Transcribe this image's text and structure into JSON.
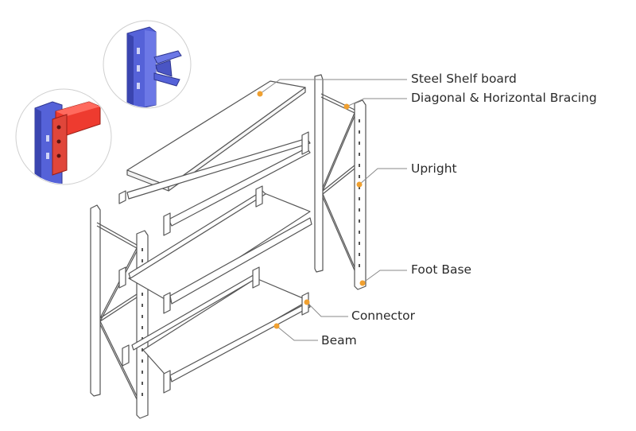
{
  "labels": {
    "steel_shelf_board": "Steel Shelf board",
    "bracing": "Diagonal & Horizontal Bracing",
    "upright": "Upright",
    "foot_base": "Foot Base",
    "connector": "Connector",
    "beam": "Beam"
  },
  "colors": {
    "line": "#555555",
    "leader": "#8a8a8a",
    "marker": "#f0a030",
    "upright_blue": "#4f5bd5",
    "beam_red": "#ee3b2f",
    "detail_border": "#cfcfcf"
  },
  "icons": {
    "detail_1": "upright-bracing-joint-icon",
    "detail_2": "upright-beam-connector-icon"
  }
}
